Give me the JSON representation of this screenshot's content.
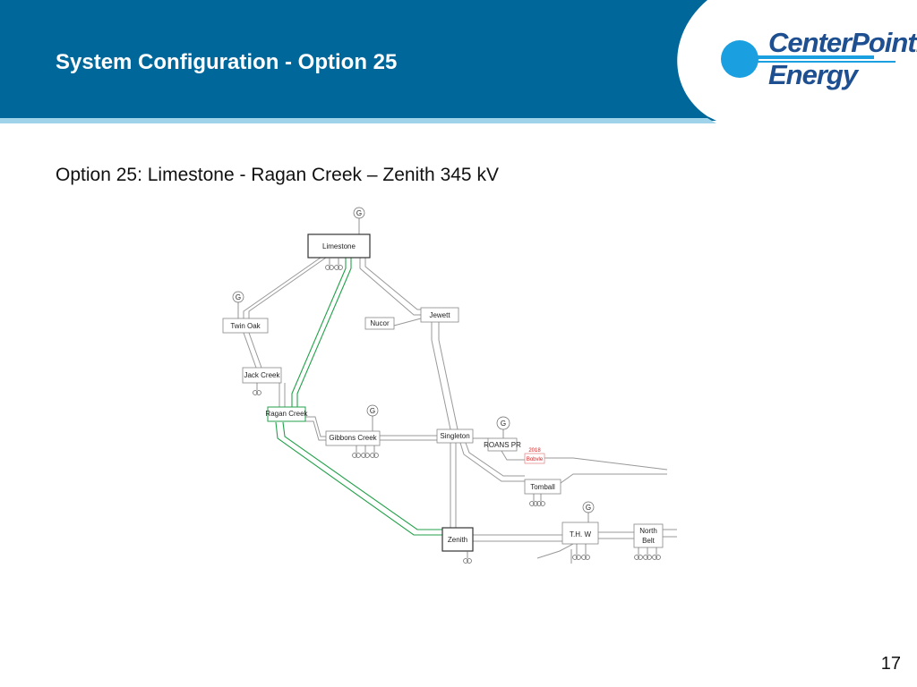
{
  "slide": {
    "title": "System Configuration -  Option 25",
    "subtitle": "Option 25: Limestone - Ragan Creek – Zenith  345 kV",
    "page_number": "17"
  },
  "logo": {
    "line1": "CenterPoint.",
    "line2": "Energy",
    "colors": {
      "text": "#1d4f91",
      "dot": "#1aa0e0"
    }
  },
  "colors": {
    "header_bg": "#00679a",
    "header_stripe": "#9fd3ea",
    "new_line": "#22a14a",
    "existing_line": "#999999",
    "annotation": "#d62020"
  },
  "diagram": {
    "generator_label": "G",
    "stations": {
      "limestone": "Limestone",
      "twin_oak": "Twin Oak",
      "nucor": "Nucor",
      "jewett": "Jewett",
      "jack_creek": "Jack Creek",
      "ragan_creek": "Ragan Creek",
      "gibbons_creek": "Gibbons Creek",
      "singleton": "Singleton",
      "roans_pr": "ROANS PR",
      "bobville": "Bobvle",
      "tomball": "Tomball",
      "zenith": "Zenith",
      "thw": "T.H. W",
      "north_belt_1": "North",
      "north_belt_2": "Belt"
    },
    "annotations": {
      "year_2018": "2018"
    }
  }
}
